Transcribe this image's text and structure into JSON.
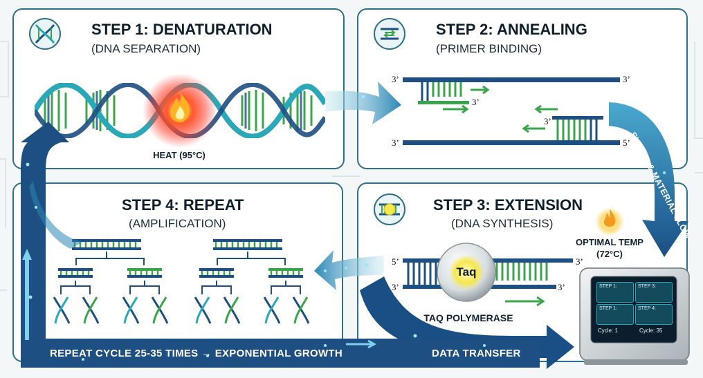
{
  "steps": {
    "step1": {
      "title": "STEP 1: DENATURATION",
      "subtitle": "(DNA SEPARATION)",
      "heat_label": "HEAT (95°C)"
    },
    "step2": {
      "title": "STEP 2: ANNEALING",
      "subtitle": "(PRIMER BINDING)"
    },
    "step3": {
      "title": "STEP 3: EXTENSION",
      "subtitle": "(DNA SYNTHESIS)",
      "enzyme_label": "Taq",
      "polymerase_label": "TAQ POLYMERASE",
      "temp_label_line1": "OPTIMAL TEMP",
      "temp_label_line2": "(72°C)"
    },
    "step4": {
      "title": "STEP 4: REPEAT",
      "subtitle": "(AMPLIFICATION)"
    }
  },
  "strand_ends": {
    "three_prime": "3’",
    "five_prime": "5’"
  },
  "flows": {
    "signal_flow": "SIGNAL & MATERIAL FLOW",
    "repeat_cycle": "REPEAT CYCLE 25-35 TIMES → EXPONENTIAL GROWTH",
    "data_transfer": "DATA TRANSFER"
  },
  "device": {
    "tiles": [
      "STEP 1:",
      "STEP 3:",
      "STEP 1:",
      "STEP 4:"
    ],
    "cycle_left": "Cycle: 1",
    "cycle_right": "Cycle: 35"
  },
  "colors": {
    "teal": "#2aa8b8",
    "navy": "#1d4f82",
    "green": "#3aa54a",
    "panel_border": "#2f6f8a",
    "heat": "#ff5a2a"
  }
}
